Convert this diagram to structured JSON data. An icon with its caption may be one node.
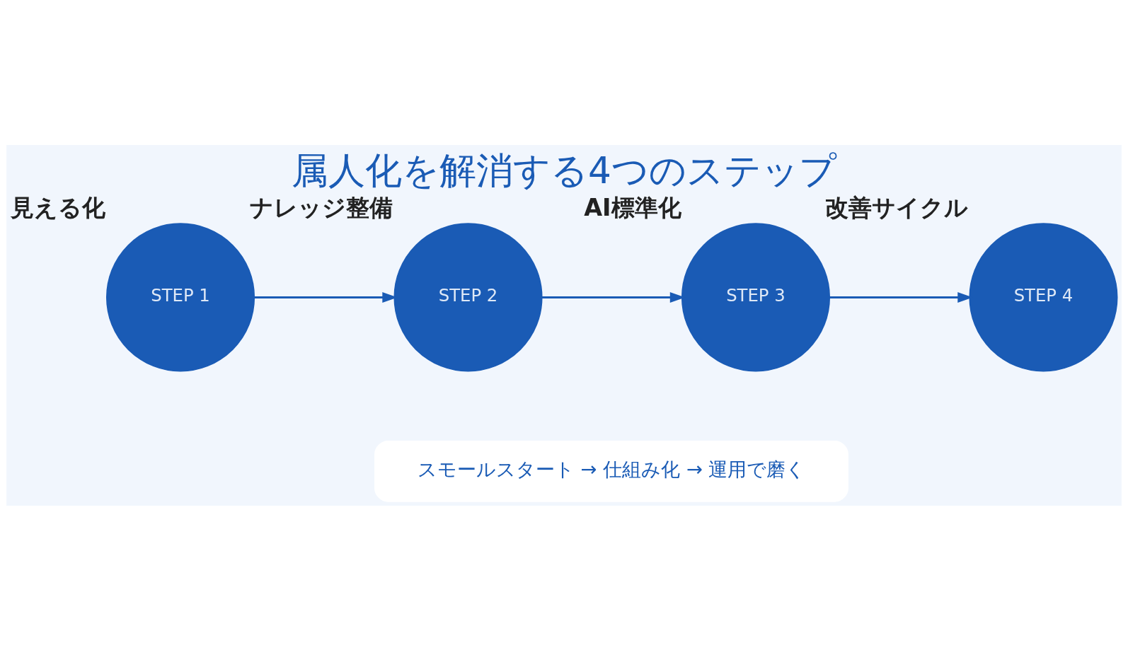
{
  "diagram": {
    "title": "属人化を解消する4つのステップ",
    "nodes": [
      {
        "text": [
          "STEP 1"
        ],
        "beside": [
          "見える化"
        ]
      },
      {
        "text": [
          "STEP 2"
        ],
        "beside": [
          "ナレッジ整備"
        ]
      },
      {
        "text": [
          "STEP 3"
        ],
        "beside": [
          "AI標準化"
        ]
      },
      {
        "text": [
          "STEP 4"
        ],
        "beside": [
          "改善サイクル"
        ]
      },
      {
        "text": [
          "スモールスタート → 仕組み化 → 運用で磨く"
        ]
      }
    ],
    "edges": [
      {
        "from": 0,
        "to": 1,
        "arrow": "to"
      },
      {
        "from": 1,
        "to": 2,
        "arrow": "to"
      },
      {
        "from": 2,
        "to": 3,
        "arrow": "to"
      }
    ]
  }
}
